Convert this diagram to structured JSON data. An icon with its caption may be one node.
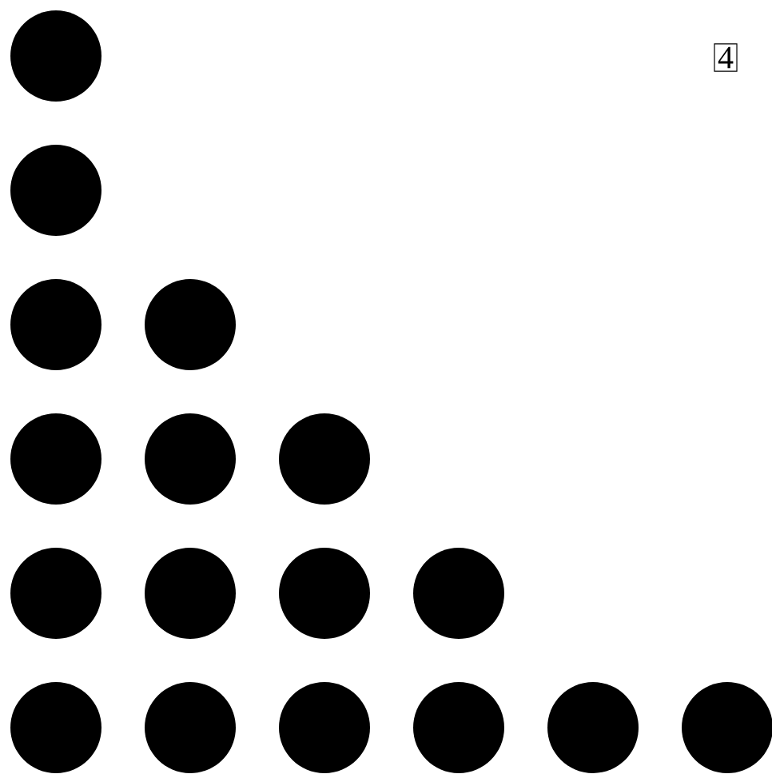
{
  "diagram": {
    "nodes": [
      {
        "text": [],
        "shape": "circle"
      },
      {
        "text": [
          "4"
        ]
      },
      {
        "text": [],
        "shape": "circle"
      },
      {
        "text": [],
        "shape": "circle"
      },
      {
        "text": [],
        "shape": "circle"
      },
      {
        "text": [],
        "shape": "circle"
      },
      {
        "text": [],
        "shape": "circle"
      },
      {
        "text": [],
        "shape": "circle"
      },
      {
        "text": [],
        "shape": "circle"
      },
      {
        "text": [],
        "shape": "circle"
      },
      {
        "text": [],
        "shape": "circle"
      },
      {
        "text": [],
        "shape": "circle"
      },
      {
        "text": [],
        "shape": "circle"
      },
      {
        "text": [],
        "shape": "circle"
      },
      {
        "text": [],
        "shape": "circle"
      },
      {
        "text": [],
        "shape": "circle"
      },
      {
        "text": [],
        "shape": "circle"
      },
      {
        "text": [],
        "shape": "circle"
      }
    ]
  }
}
